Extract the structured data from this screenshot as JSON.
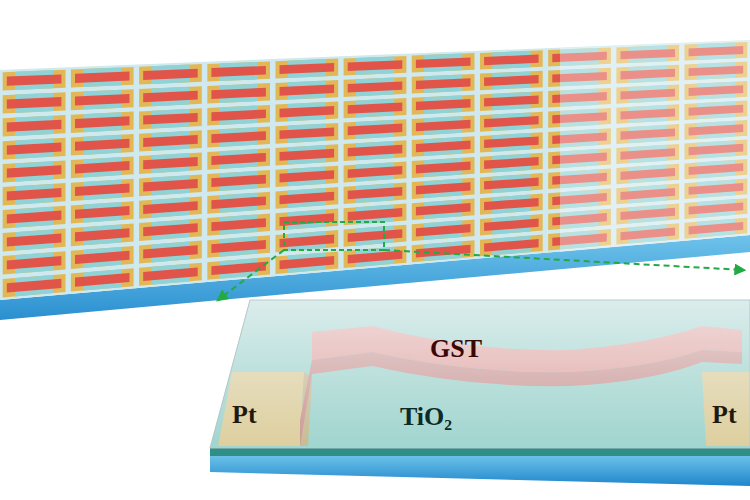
{
  "diagram": {
    "labels": [
      "GST",
      "Pt",
      "TiO₂",
      "Pt"
    ]
  }
}
